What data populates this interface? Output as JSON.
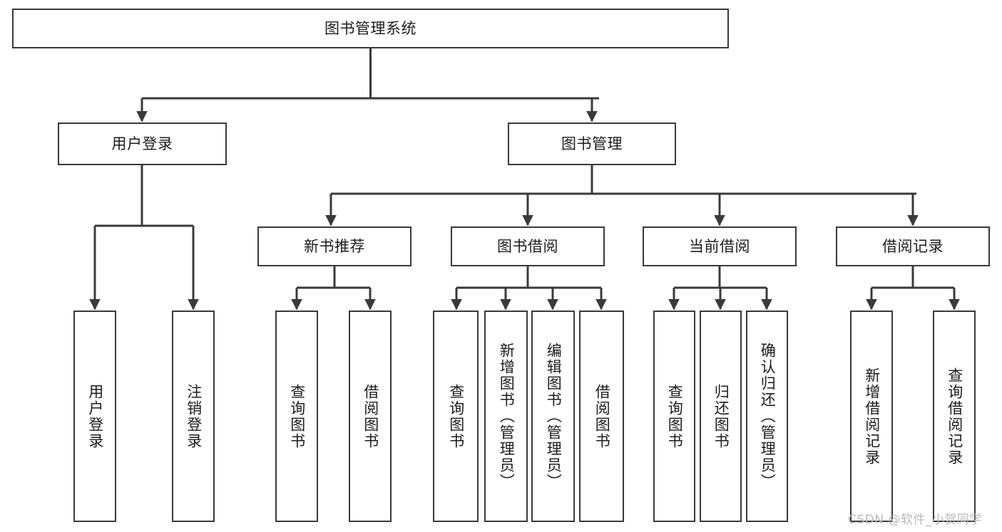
{
  "diagram": {
    "type": "tree-hierarchy-diagram",
    "title": "图书管理系统",
    "background_color": "#ffffff",
    "box_border_color": "#3a3a3a",
    "text_color": "#1c1c1c",
    "edge_color": "#3a3a3a"
  },
  "nodes": {
    "root": {
      "label": "图书管理系统"
    },
    "level2": [
      {
        "id": "user-login",
        "label": "用户登录"
      },
      {
        "id": "book-management",
        "label": "图书管理"
      }
    ],
    "level3": [
      {
        "id": "new-book-recommend",
        "label": "新书推荐"
      },
      {
        "id": "book-borrow",
        "label": "图书借阅"
      },
      {
        "id": "current-borrow",
        "label": "当前借阅"
      },
      {
        "id": "borrow-record",
        "label": "借阅记录"
      }
    ],
    "leaves": {
      "user_login": [
        {
          "id": "leaf-user-login",
          "label": "用户登录"
        },
        {
          "id": "leaf-logout-login",
          "label": "注销登录"
        }
      ],
      "new_book_recommend": [
        {
          "id": "leaf-query-book-1",
          "label": "查询图书"
        },
        {
          "id": "leaf-borrow-book-1",
          "label": "借阅图书"
        }
      ],
      "book_borrow": [
        {
          "id": "leaf-query-book-2",
          "label": "查询图书"
        },
        {
          "id": "leaf-add-book",
          "label": "新增图书（管理员）"
        },
        {
          "id": "leaf-edit-book",
          "label": "编辑图书（管理员）"
        },
        {
          "id": "leaf-borrow-book-2",
          "label": "借阅图书"
        }
      ],
      "current_borrow": [
        {
          "id": "leaf-query-book-3",
          "label": "查询图书"
        },
        {
          "id": "leaf-return-book",
          "label": "归还图书"
        },
        {
          "id": "leaf-confirm-return",
          "label": "确认归还（管理员）"
        }
      ],
      "borrow_record": [
        {
          "id": "leaf-add-record",
          "label": "新增借阅记录"
        },
        {
          "id": "leaf-query-record",
          "label": "查询借阅记录"
        }
      ]
    }
  },
  "watermark": {
    "text": "CSDN @软件_小贺同学"
  }
}
